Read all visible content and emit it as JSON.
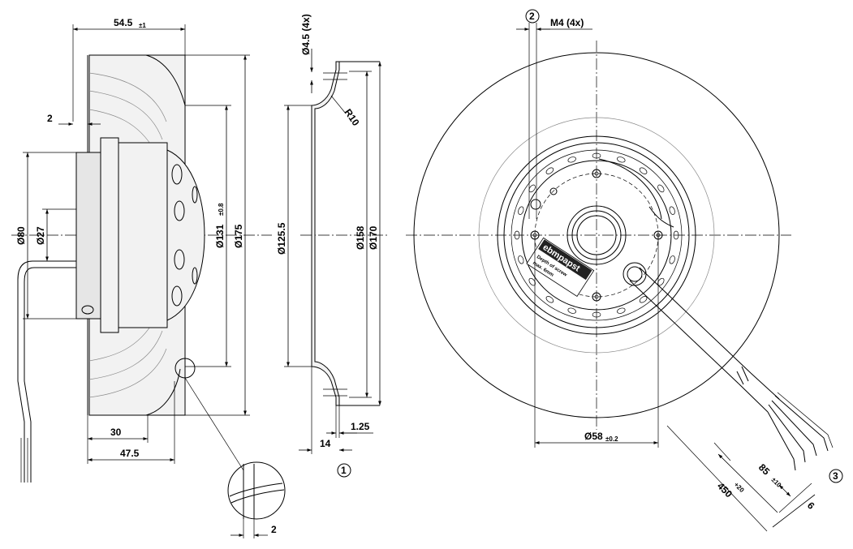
{
  "side_view": {
    "dims": {
      "overall_depth": "54.5",
      "overall_depth_tol": "±1",
      "flange_offset": "2",
      "motor_dia": "Ø80",
      "shaft_dia": "Ø27",
      "impeller_dia": "Ø131",
      "impeller_dia_tol": "±0.8",
      "outer_dia": "Ø175",
      "depth_30": "30",
      "depth_47_5": "47.5"
    },
    "detail_gap": "2"
  },
  "nozzle_view": {
    "dims": {
      "hole": "Ø4.5 (4x)",
      "radius": "R10",
      "inner_dia": "Ø125.5",
      "mid_dia": "Ø158",
      "outer_dia": "Ø170",
      "thickness": "1.25",
      "width": "14"
    },
    "callout": "1"
  },
  "front_view": {
    "callout_2": "2",
    "thread": "M4 (4x)",
    "bolt_circle": "Ø58",
    "bolt_circle_tol": "±0.2",
    "logo_text": "ebmpapst",
    "label_line1": "Depth of screw",
    "label_line2": "max. 6mm",
    "cable_length": "450",
    "cable_length_tol": "+20",
    "strip_length": "85",
    "strip_length_tol": "±10",
    "end_strip": "6",
    "callout_3": "3"
  }
}
